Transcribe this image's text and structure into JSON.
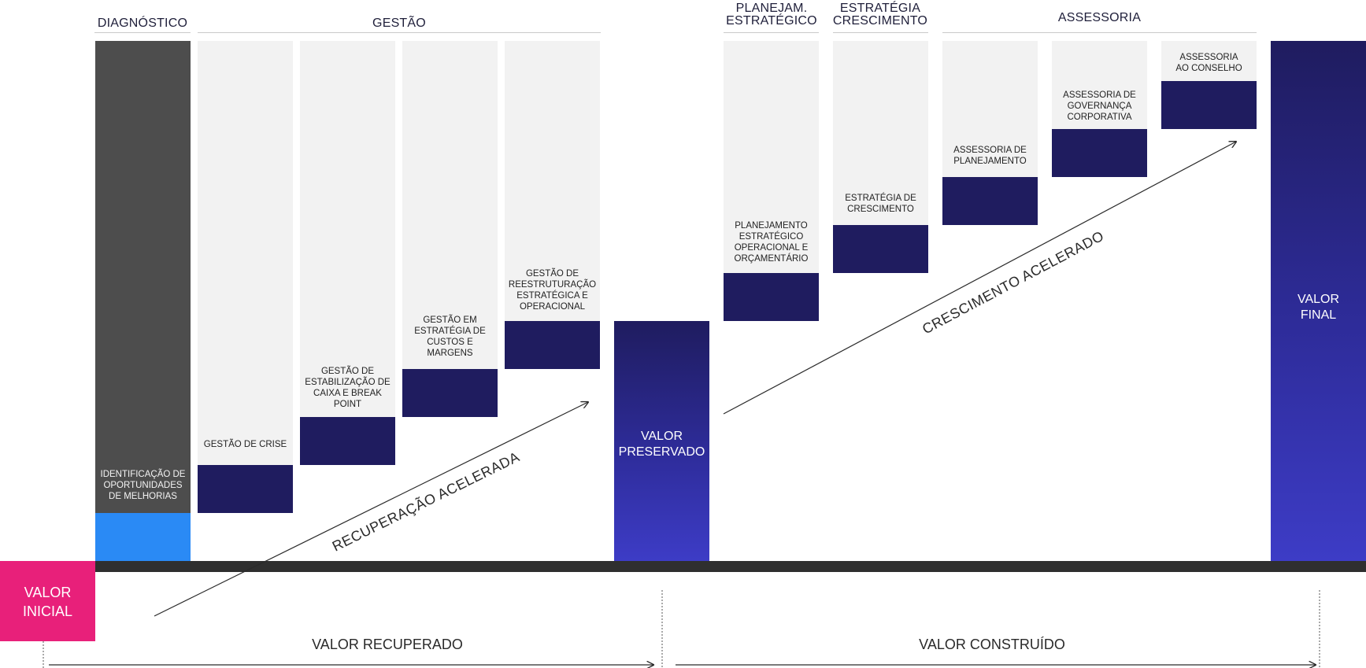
{
  "headers": {
    "diagnostico": "DIAGNÓSTICO",
    "gestao": "GESTÃO",
    "planejamento": "PLANEJAM.\nESTRATÉGICO",
    "estrategia": "ESTRATÉGIA\nCRESCIMENTO",
    "assessoria": "ASSESSORIA"
  },
  "columns": [
    {
      "label": "IDENTIFICAÇÃO DE\nOPORTUNIDADES\nDE MELHORIAS"
    },
    {
      "label": "GESTÃO DE CRISE"
    },
    {
      "label": "GESTÃO DE\nESTABILIZAÇÃO DE\nCAIXA E BREAK\nPOINT"
    },
    {
      "label": "GESTÃO EM\nESTRATÉGIA DE\nCUSTOS E\nMARGENS"
    },
    {
      "label": "GESTÃO DE\nREESTRUTURAÇÃO\nESTRATÉGICA E\nOPERACIONAL"
    },
    {
      "label": "PLANEJAMENTO\nESTRATÉGICO\nOPERACIONAL E\nORÇAMENTÁRIO"
    },
    {
      "label": "ESTRATÉGIA DE\nCRESCIMENTO"
    },
    {
      "label": "ASSESSORIA DE\nPLANEJAMENTO"
    },
    {
      "label": "ASSESSORIA DE\nGOVERNANÇA\nCORPORATIVA"
    },
    {
      "label": "ASSESSORIA\nAO CONSELHO"
    }
  ],
  "blocks": {
    "valor_inicial": "VALOR\nINICIAL",
    "valor_preservado": "VALOR\nPRESERVADO",
    "valor_final": "VALOR\nFINAL"
  },
  "arrows": {
    "recuperacao": "RECUPERAÇÃO ACELERADA",
    "crescimento": "CRESCIMENTO ACELERADO"
  },
  "bottom": {
    "valor_recuperado": "VALOR RECUPERADO",
    "valor_construido": "VALOR CONSTRUÍDO"
  },
  "colors": {
    "navy": "#1f1c5f",
    "dark_gray": "#4d4d4d",
    "blue": "#2a8af5",
    "pink": "#e8207a",
    "light_gray": "#f2f2f2"
  }
}
